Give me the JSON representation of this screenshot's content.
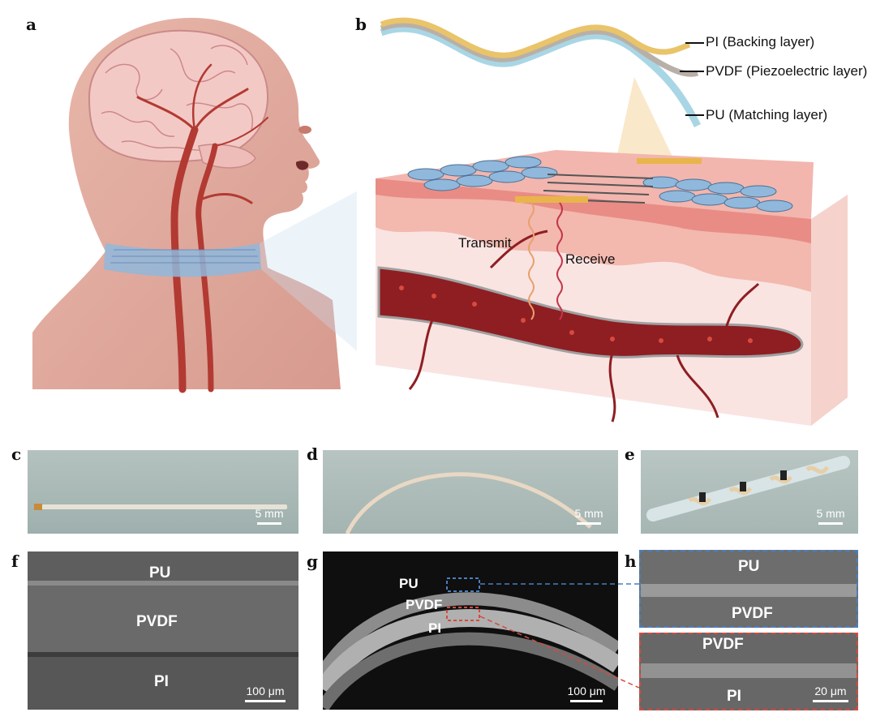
{
  "panels": {
    "a": "a",
    "b": "b",
    "c": "c",
    "d": "d",
    "e": "e",
    "f": "f",
    "g": "g",
    "h": "h"
  },
  "layers": {
    "pi": "PI (Backing layer)",
    "pvdf": "PVDF (Piezoelectric layer)",
    "pu": "PU (Matching layer)"
  },
  "signals": {
    "transmit": "Transmit",
    "receive": "Receive"
  },
  "scale_bars": {
    "c": "5 mm",
    "d": "5 mm",
    "e": "5 mm",
    "f": "100 μm",
    "g": "100 μm",
    "h": "20 μm"
  },
  "sem": {
    "f": {
      "top": "PU",
      "middle": "PVDF",
      "bottom": "PI"
    },
    "g": {
      "top": "PU",
      "middle": "PVDF",
      "bottom": "PI"
    },
    "h_top": {
      "top": "PU",
      "bottom": "PVDF"
    },
    "h_bottom": {
      "top": "PVDF",
      "bottom": "PI"
    }
  },
  "colors": {
    "skin": "#e8b0a4",
    "vessel": "#8e1e22",
    "transducer_blue": "#8fb8dc",
    "pi": "#e9c46a",
    "pvdf": "#b8b0a8",
    "pu": "#a9d6e5",
    "inset_blue": "#4a7fbf",
    "inset_red": "#d64a3f"
  }
}
